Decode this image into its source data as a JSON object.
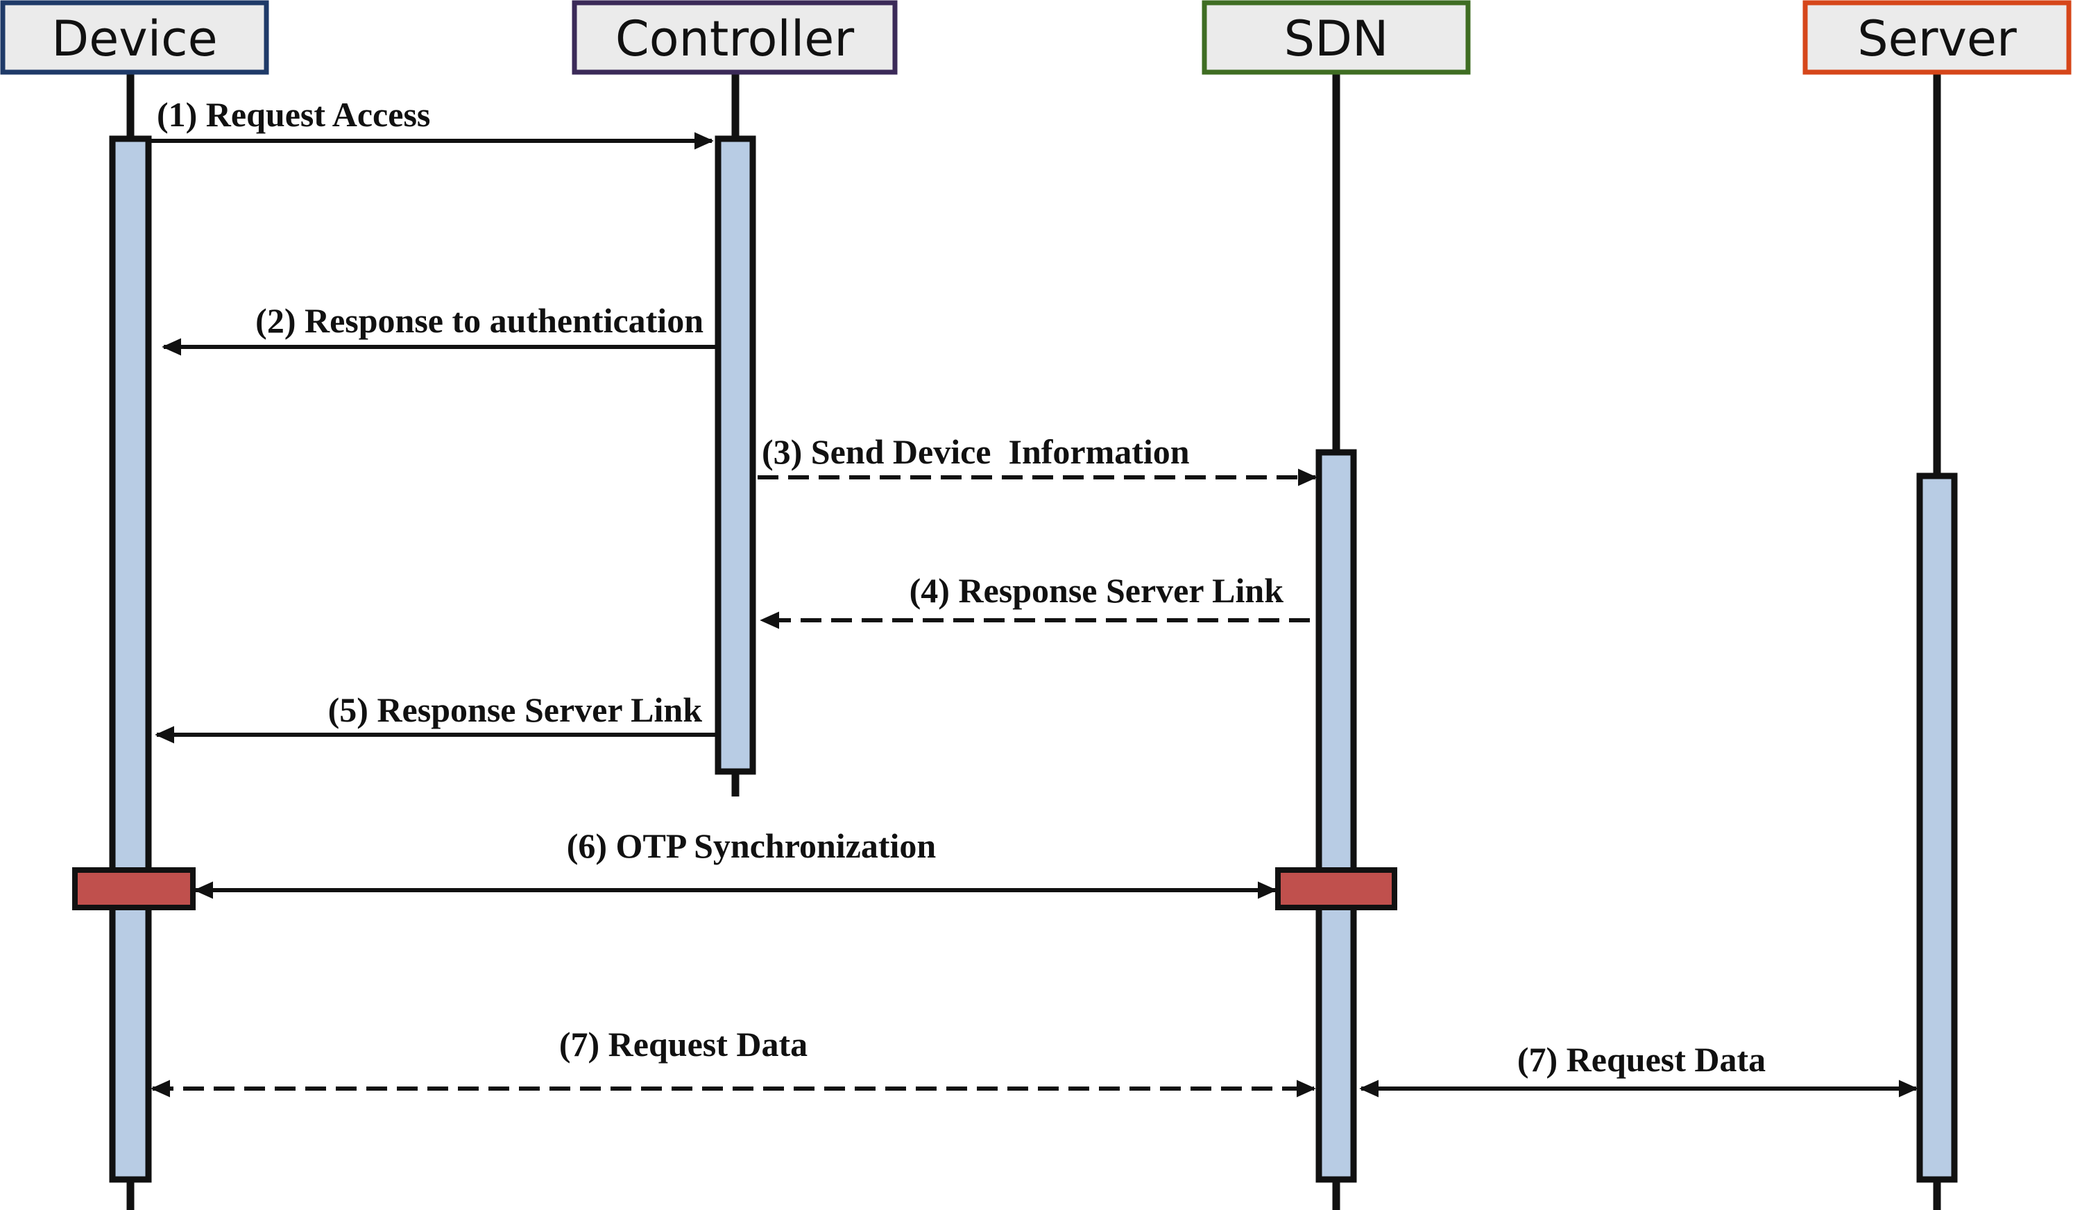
{
  "participants": [
    {
      "id": "device",
      "name": "Device",
      "border_color": "#1f3a68"
    },
    {
      "id": "controller",
      "name": "Controller",
      "border_color": "#3b2a58"
    },
    {
      "id": "sdn",
      "name": "SDN",
      "border_color": "#3f6d23"
    },
    {
      "id": "server",
      "name": "Server",
      "border_color": "#d6461a"
    }
  ],
  "messages": [
    {
      "id": "m1",
      "label": "(1) Request Access",
      "from": "device",
      "to": "controller",
      "style": "solid",
      "direction": "forward"
    },
    {
      "id": "m2",
      "label": "(2) Response to authentication",
      "from": "controller",
      "to": "device",
      "style": "solid",
      "direction": "forward"
    },
    {
      "id": "m3",
      "label": "(3) Send Device  Information",
      "from": "controller",
      "to": "sdn",
      "style": "dashed",
      "direction": "forward"
    },
    {
      "id": "m4",
      "label": "(4) Response Server Link",
      "from": "sdn",
      "to": "controller",
      "style": "dashed",
      "direction": "forward"
    },
    {
      "id": "m5",
      "label": "(5) Response Server Link",
      "from": "controller",
      "to": "device",
      "style": "solid",
      "direction": "forward"
    },
    {
      "id": "m6",
      "label": "(6) OTP Synchronization",
      "from": "device",
      "to": "sdn",
      "style": "solid",
      "direction": "both"
    },
    {
      "id": "m7a",
      "label": "(7) Request Data",
      "from": "device",
      "to": "sdn",
      "style": "dashed",
      "direction": "both"
    },
    {
      "id": "m7b",
      "label": "(7) Request Data",
      "from": "sdn",
      "to": "server",
      "style": "solid",
      "direction": "both"
    }
  ],
  "colors": {
    "activation_fill": "#b8cce4",
    "otp_block_fill": "#c0504d",
    "header_fill": "#ebebeb",
    "line": "#111111"
  }
}
